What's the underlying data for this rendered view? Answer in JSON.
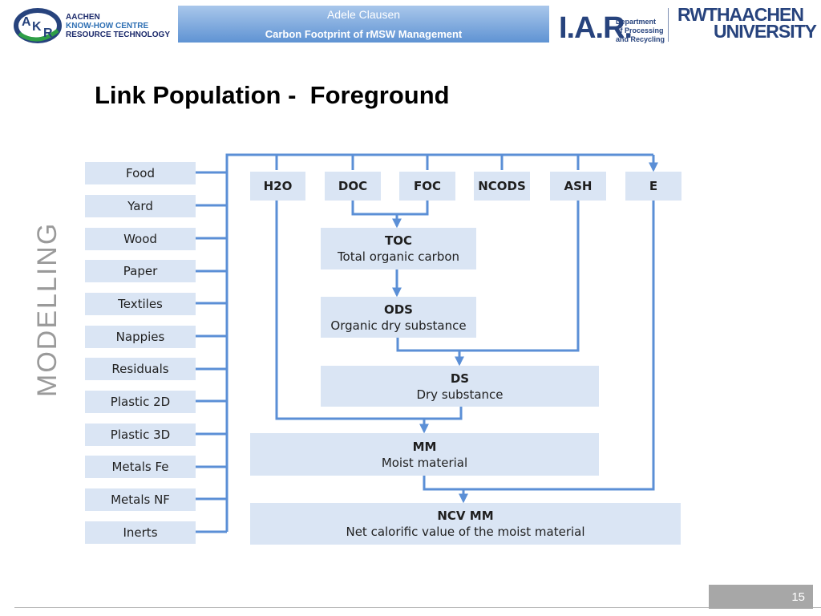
{
  "header": {
    "author": "Adele Clausen",
    "presentation_title": "Carbon Footprint of rMSW Management"
  },
  "logos": {
    "akr_logo_letters": [
      "A",
      "K",
      "R"
    ],
    "akr_lines": [
      "AACHEN",
      "KNOW-HOW CENTRE",
      "RESOURCE TECHNOLOGY"
    ],
    "iar": "I.A.R.",
    "iar_dept_lines": [
      "Department",
      "of Processing",
      "and Recycling"
    ],
    "rwth_line1": "RWTHAACHEN",
    "rwth_line2": "UNIVERSITY"
  },
  "slide": {
    "title": "Link Population -  Foreground",
    "side_label": "MODELLING",
    "page_number": "15"
  },
  "diagram": {
    "materials": [
      "Food",
      "Yard",
      "Wood",
      "Paper",
      "Textiles",
      "Nappies",
      "Residuals",
      "Plastic 2D",
      "Plastic 3D",
      "Metals Fe",
      "Metals NF",
      "Inerts"
    ],
    "parameters": [
      "H2O",
      "DOC",
      "FOC",
      "NCODS",
      "ASH",
      "E"
    ],
    "calculations": [
      {
        "title": "TOC",
        "subtitle": "Total organic carbon"
      },
      {
        "title": "ODS",
        "subtitle": "Organic dry substance"
      },
      {
        "title": "DS",
        "subtitle": "Dry substance"
      },
      {
        "title": "MM",
        "subtitle": "Moist material"
      },
      {
        "title": "NCV MM",
        "subtitle": "Net calorific value of the moist material"
      }
    ]
  },
  "colors": {
    "box_fill": "#dae5f4",
    "connector": "#5b8fd6",
    "header_band": "#6f9fd8",
    "logo_navy": "#27437d",
    "akr_green": "#2e9e46"
  }
}
